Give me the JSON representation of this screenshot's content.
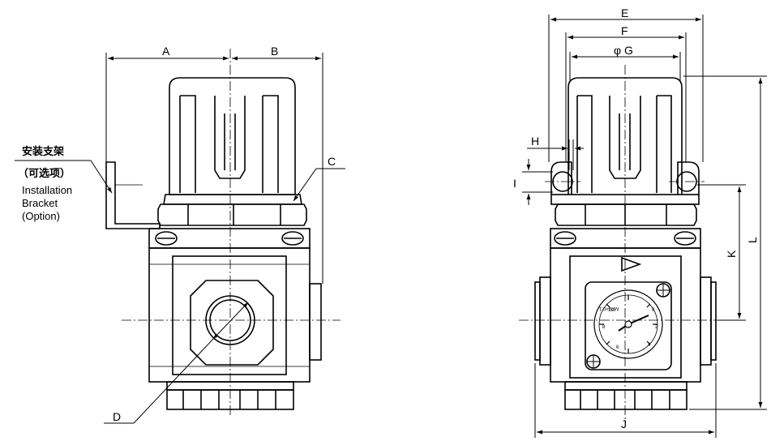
{
  "dimension_labels": {
    "A": "A",
    "B": "B",
    "C": "C",
    "D": "D",
    "E": "E",
    "F": "F",
    "G": "φ G",
    "H": "H",
    "I": "I",
    "J": "J",
    "K": "K",
    "L": "L"
  },
  "bracket_note": {
    "cn_line1": "安装支架",
    "cn_line2": "（可选项）",
    "en_line1": "Installation",
    "en_line2": "Bracket",
    "en_line3": "(Option)"
  },
  "gauge": {
    "unit_text": "MPa×0.1",
    "scale_numbers": [
      "0",
      "2",
      "4",
      "6",
      "8",
      "10"
    ]
  }
}
